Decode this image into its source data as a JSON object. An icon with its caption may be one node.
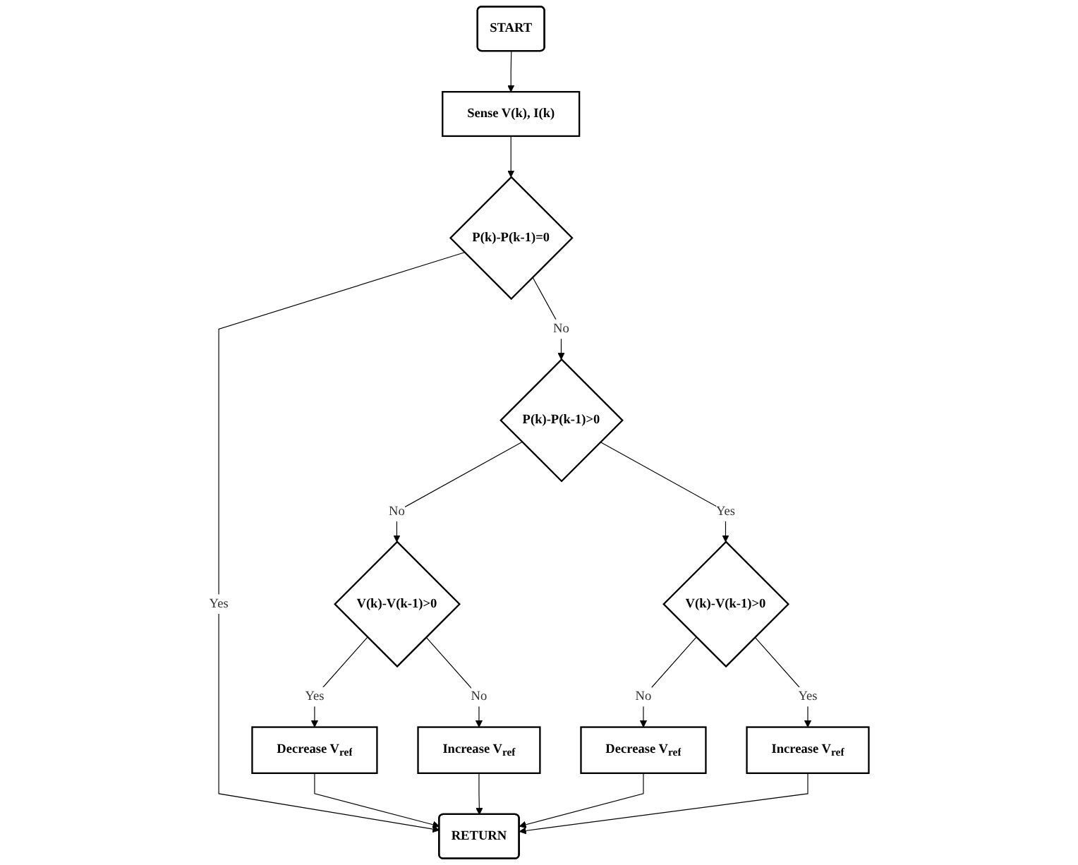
{
  "diagram": {
    "nodes": [
      {
        "text": [
          "START"
        ]
      },
      {
        "text": [
          "Sense V(k), I(k)"
        ]
      },
      {
        "text": [
          "P(k)-P(k-1)=0"
        ]
      },
      {
        "text": [
          "P(k)-P(k-1)>0"
        ]
      },
      {
        "text": [
          "V(k)-V(k-1)>0"
        ]
      },
      {
        "text": [
          "V(k)-V(k-1)>0"
        ]
      },
      {
        "text": [
          "Decrease V$_{ref}$"
        ]
      },
      {
        "text": [
          "Increase V$_{ref}$"
        ]
      },
      {
        "text": [
          "Decrease V$_{ref}$"
        ]
      },
      {
        "text": [
          "Increase V$_{ref}$"
        ]
      },
      {
        "text": [
          "RETURN"
        ]
      }
    ],
    "edges": [
      {
        "from": 0,
        "to": 1,
        "arrow": "to"
      },
      {
        "from": 1,
        "to": 2,
        "arrow": "to"
      },
      {
        "from": 2,
        "to": 3,
        "arrow": "to",
        "label": "No"
      },
      {
        "from": 2,
        "to": 10,
        "arrow": "to",
        "label": "Yes"
      },
      {
        "from": 3,
        "to": 4,
        "arrow": "to",
        "label": "No"
      },
      {
        "from": 3,
        "to": 5,
        "arrow": "to",
        "label": "Yes"
      },
      {
        "from": 4,
        "to": 6,
        "arrow": "to",
        "label": "Yes"
      },
      {
        "from": 4,
        "to": 7,
        "arrow": "to",
        "label": "No"
      },
      {
        "from": 5,
        "to": 8,
        "arrow": "to",
        "label": "No"
      },
      {
        "from": 5,
        "to": 9,
        "arrow": "to",
        "label": "Yes"
      },
      {
        "from": 6,
        "to": 10,
        "arrow": "to"
      },
      {
        "from": 7,
        "to": 10,
        "arrow": "to"
      },
      {
        "from": 8,
        "to": 10,
        "arrow": "to"
      },
      {
        "from": 9,
        "to": 10,
        "arrow": "to"
      }
    ]
  }
}
